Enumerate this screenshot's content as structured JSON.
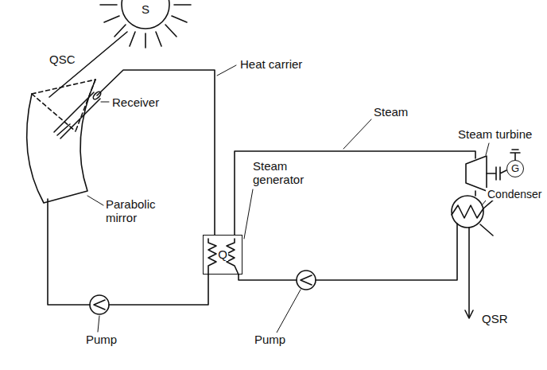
{
  "diagram": {
    "nodes": [
      {
        "text": [
          "S"
        ]
      },
      {
        "text": [
          "Q"
        ]
      },
      {
        "text": [
          "G"
        ]
      }
    ],
    "labels": [
      "Heat carrier",
      "Receiver",
      "Steam",
      "Steam turbine",
      "Steam generator",
      "Parabolic mirror",
      "Condenser",
      "Pump",
      "Pump",
      "QSC",
      "QSR"
    ]
  }
}
